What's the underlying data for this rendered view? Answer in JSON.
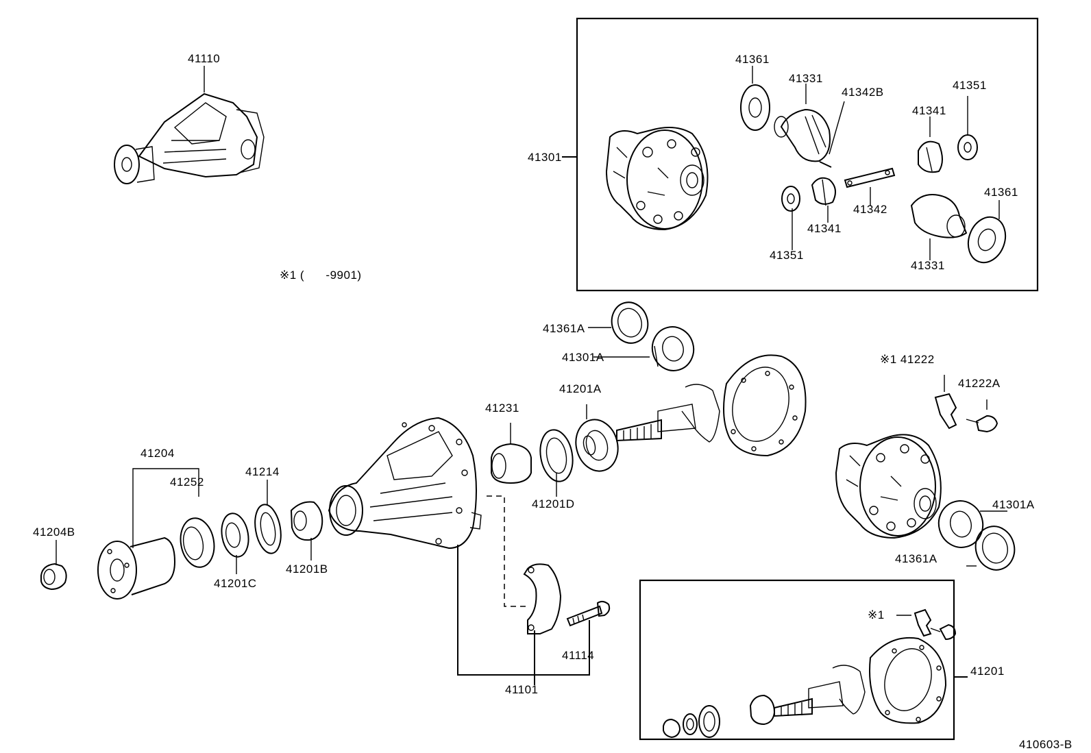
{
  "labels": {
    "p41110": "41110",
    "p41301": "41301",
    "p41361_top": "41361",
    "p41331_top": "41331",
    "p41342B": "41342B",
    "p41351_top": "41351",
    "p41341_top": "41341",
    "p41361_right": "41361",
    "p41342": "41342",
    "p41341_bottom": "41341",
    "p41351_bottom": "41351",
    "p41331_bottom": "41331",
    "note_range": "※1 (      -9901)",
    "p41361A_top": "41361A",
    "p41301A_top": "41301A",
    "p41222": "※1 41222",
    "p41222A": "41222A",
    "p41201A": "41201A",
    "p41231": "41231",
    "p41204": "41204",
    "p41252": "41252",
    "p41214": "41214",
    "p41204B": "41204B",
    "p41201C": "41201C",
    "p41201B": "41201B",
    "p41201D": "41201D",
    "p41301A_right": "41301A",
    "p41361A_right": "41361A",
    "p41114": "41114",
    "p41101": "41101",
    "note_star": "※1",
    "p41201": "41201",
    "ref_code": "410603-B"
  }
}
